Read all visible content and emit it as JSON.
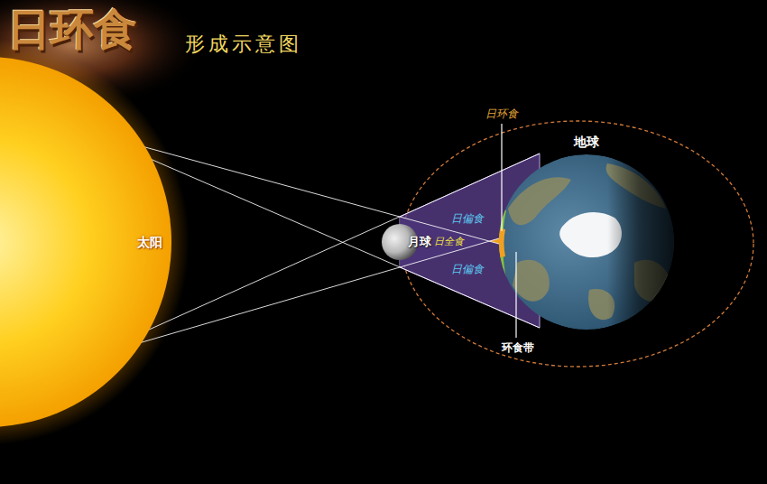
{
  "diagram": {
    "title": "日环食",
    "nodes": [
      {
        "text": [
          "太阳"
        ]
      },
      {
        "text": [
          "月球"
        ]
      },
      {
        "text": [
          "地球"
        ]
      }
    ],
    "labels": [
      "形成示意图",
      "日环食",
      "日偏食",
      "日全食",
      "日偏食",
      "环食带"
    ]
  }
}
